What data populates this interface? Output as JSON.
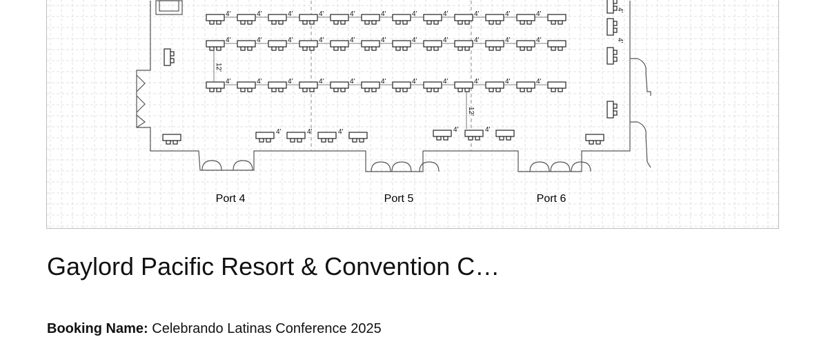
{
  "floor_plan": {
    "rooms": [
      "Port 4",
      "Port 5",
      "Port 6"
    ],
    "table_spacing_label": "4'",
    "aisle_spacing_label": "12'",
    "colors": {
      "grid": "#d0d0d0",
      "grid_dashed": "#e0e0e0",
      "wall": "#555555",
      "table": "#222222",
      "frame": "#bdbdbd"
    }
  },
  "venue": {
    "title": "Gaylord Pacific Resort & Convention C…"
  },
  "booking": {
    "label": "Booking Name:",
    "value": "Celebrando Latinas Conference 2025"
  }
}
